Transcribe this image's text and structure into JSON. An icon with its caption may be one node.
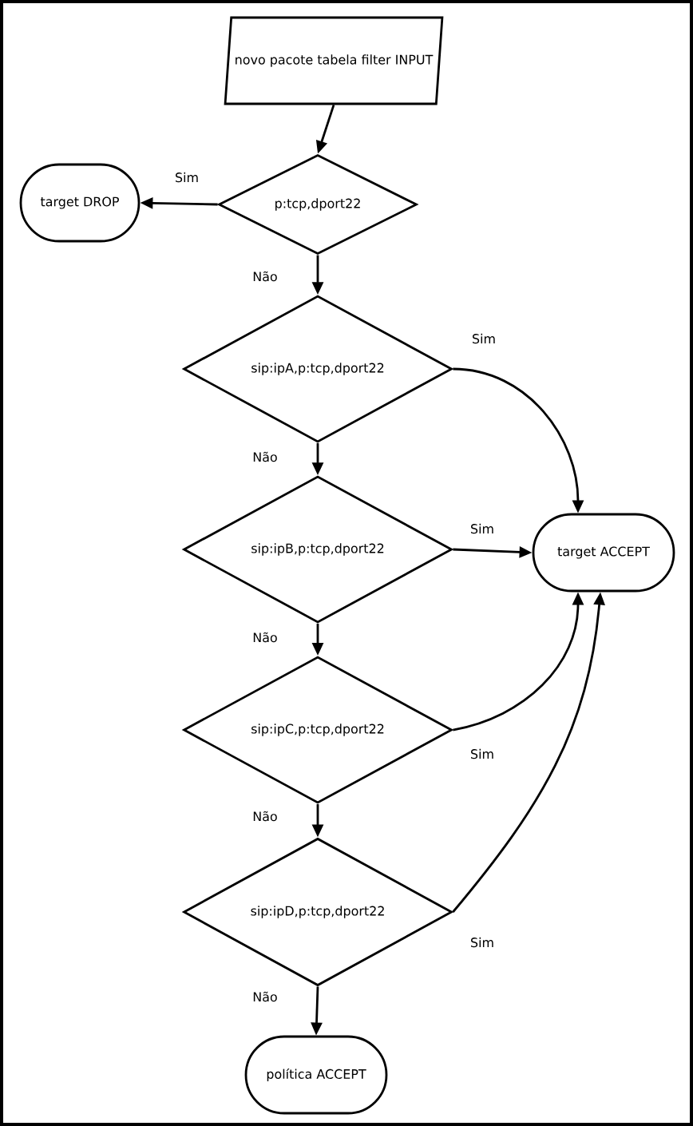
{
  "diagram": {
    "nodes": [
      {
        "text": [
          "novo pacote tabela filter INPUT"
        ]
      },
      {
        "text": [
          "p:tcp,dport22"
        ]
      },
      {
        "text": [
          "target DROP"
        ]
      },
      {
        "text": [
          "sip:ipA,p:tcp,dport22"
        ]
      },
      {
        "text": [
          "sip:ipB,p:tcp,dport22"
        ]
      },
      {
        "text": [
          "target ACCEPT"
        ]
      },
      {
        "text": [
          "sip:ipC,p:tcp,dport22"
        ]
      },
      {
        "text": [
          "sip:ipD,p:tcp,dport22"
        ]
      },
      {
        "text": [
          "política ACCEPT"
        ]
      }
    ],
    "edges": [
      {
        "from": 0,
        "to": 1,
        "arrow": "to"
      },
      {
        "from": 1,
        "to": 2,
        "arrow": "to",
        "label": "Sim"
      },
      {
        "from": 1,
        "to": 3,
        "arrow": "to",
        "label": "Não"
      },
      {
        "from": 3,
        "to": 5,
        "arrow": "to",
        "label": "Sim"
      },
      {
        "from": 3,
        "to": 4,
        "arrow": "to",
        "label": "Não"
      },
      {
        "from": 4,
        "to": 5,
        "arrow": "to",
        "label": "Sim"
      },
      {
        "from": 4,
        "to": 6,
        "arrow": "to",
        "label": "Não"
      },
      {
        "from": 6,
        "to": 5,
        "arrow": "to",
        "label": "Sim"
      },
      {
        "from": 6,
        "to": 7,
        "arrow": "to",
        "label": "Não"
      },
      {
        "from": 7,
        "to": 5,
        "arrow": "to",
        "label": "Sim"
      },
      {
        "from": 7,
        "to": 8,
        "arrow": "to",
        "label": "Não"
      }
    ]
  }
}
